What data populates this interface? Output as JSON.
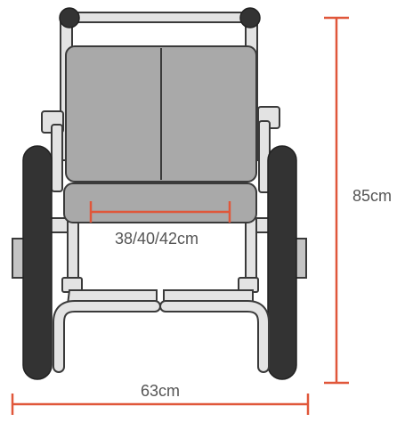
{
  "dimensions": {
    "height_label": "85cm",
    "width_label": "63cm",
    "seat_width_label": "38/40/42cm"
  },
  "colors": {
    "dimension_line": "#e0573a",
    "frame_fill": "#e3e3e3",
    "frame_stroke": "#3a3a3a",
    "seat_fill": "#a9a9a9",
    "wheel_fill": "#333333",
    "label_text": "#555555"
  }
}
